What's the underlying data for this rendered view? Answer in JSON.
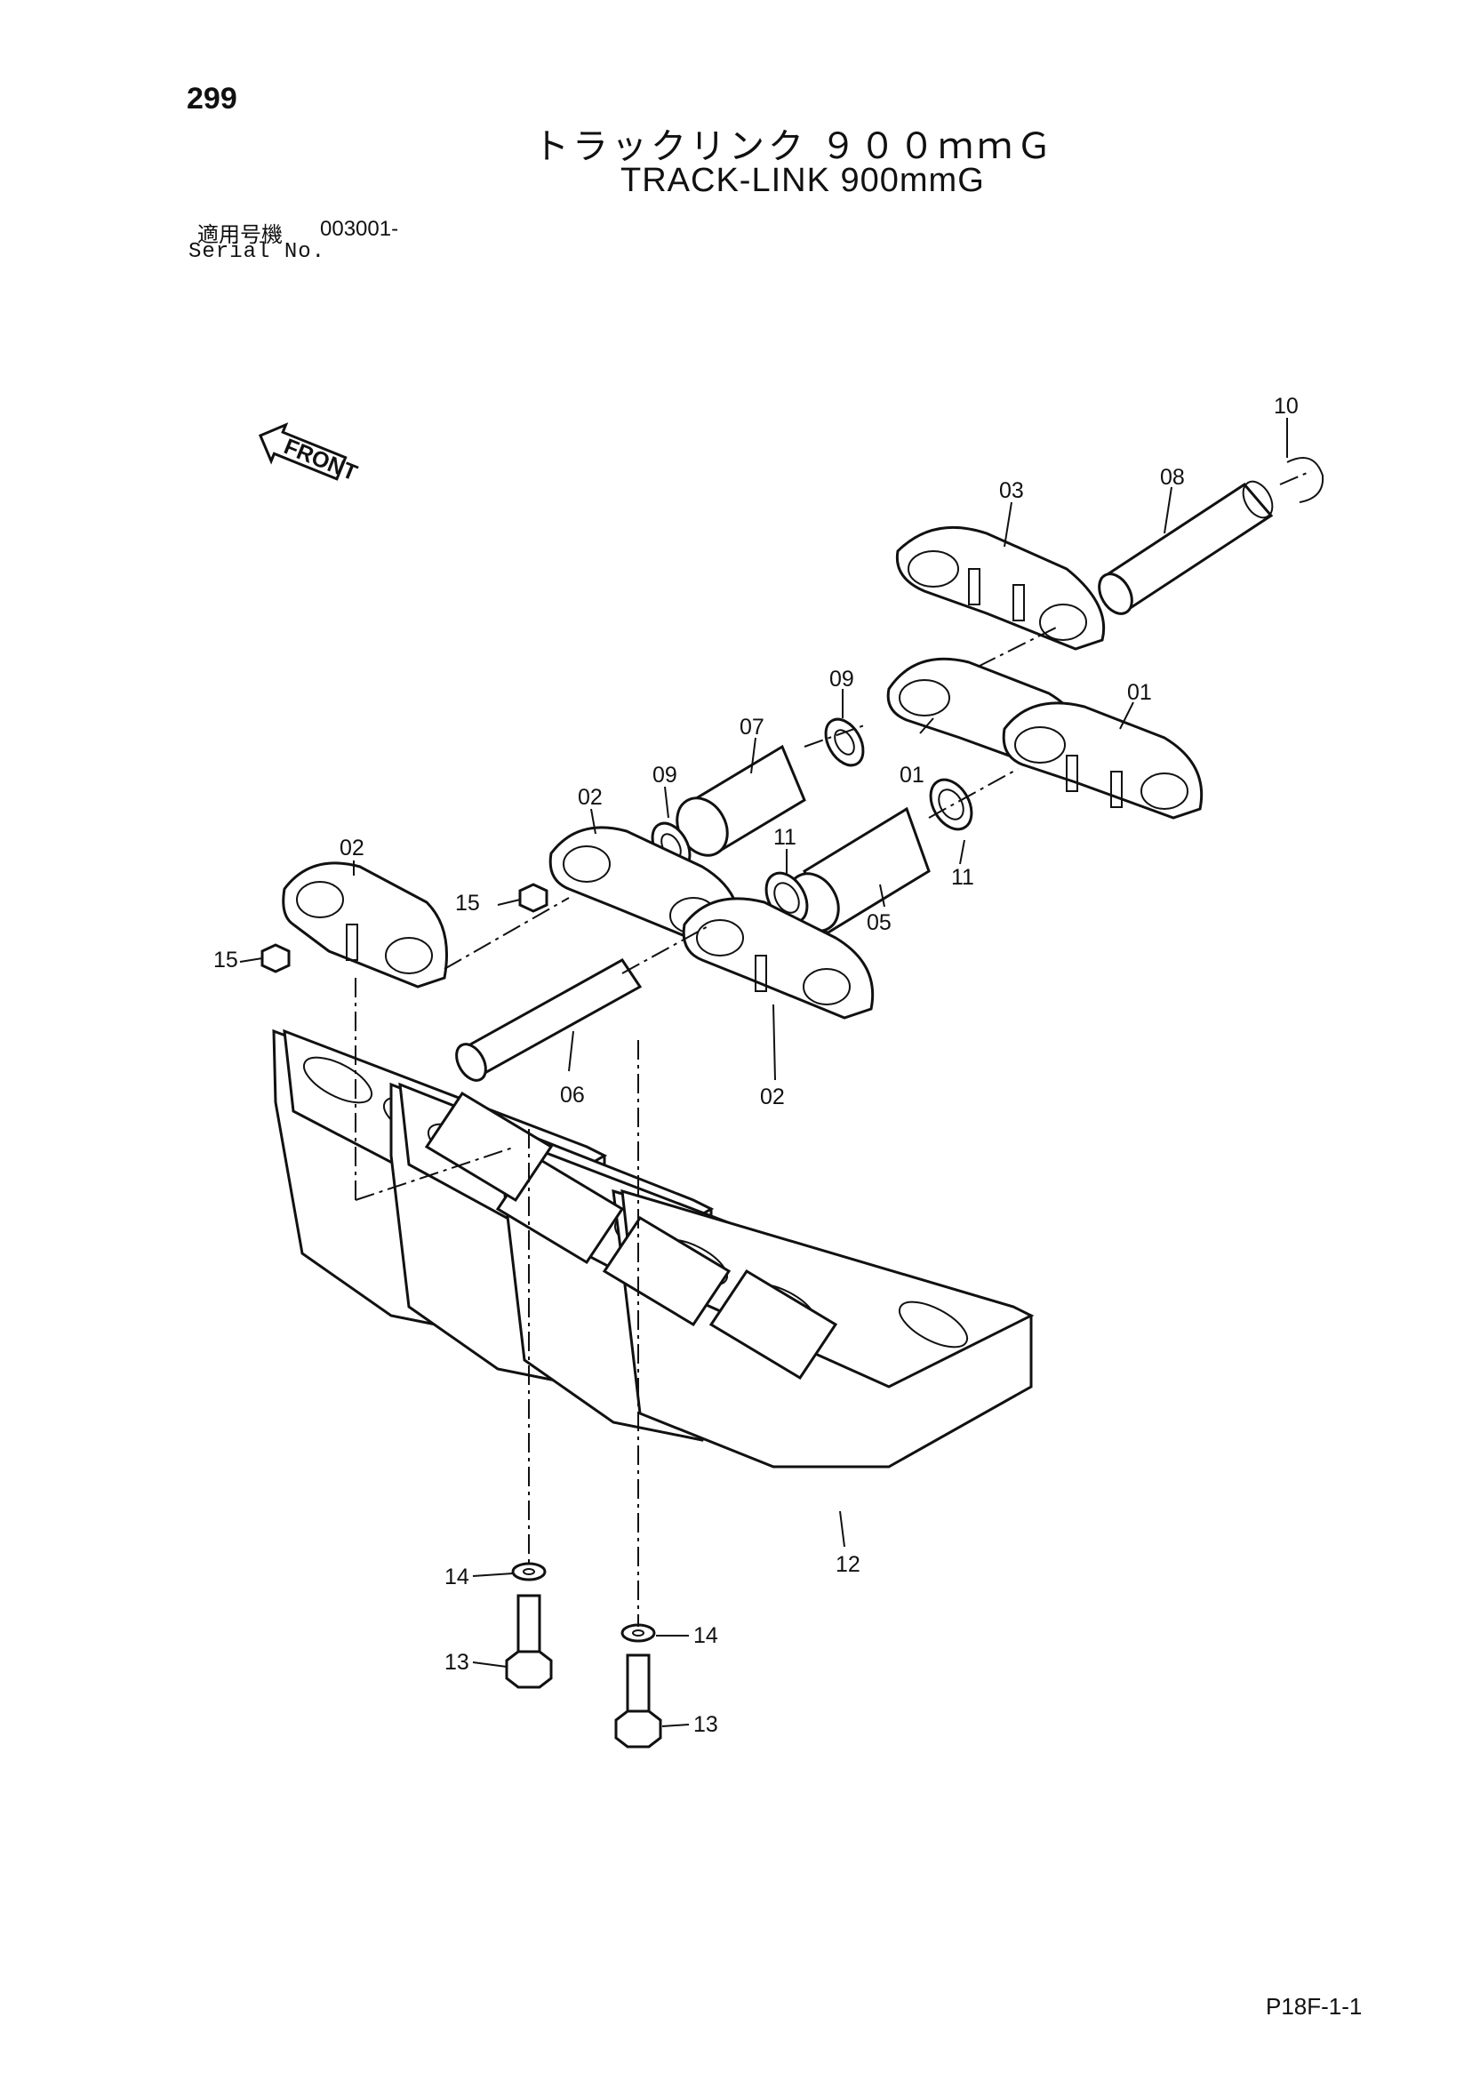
{
  "header": {
    "page_number": "299",
    "title_jp": "トラックリンク ９００ｍｍＧ",
    "title_en": "TRACK-LINK 900mmG",
    "serial_label_jp": "適用号機",
    "serial_value": "003001-",
    "serial_label_en": "Serial No."
  },
  "direction_label": "FRONT",
  "callouts": {
    "c01a": "01",
    "c01b": "01",
    "c02a": "02",
    "c02b": "02",
    "c02c": "02",
    "c03": "03",
    "c05": "05",
    "c06": "06",
    "c07": "07",
    "c08": "08",
    "c09a": "09",
    "c09b": "09",
    "c10": "10",
    "c11a": "11",
    "c11b": "11",
    "c12": "12",
    "c13a": "13",
    "c13b": "13",
    "c14a": "14",
    "c14b": "14",
    "c15a": "15",
    "c15b": "15"
  },
  "footer": {
    "page_code": "P18F-1-1"
  }
}
